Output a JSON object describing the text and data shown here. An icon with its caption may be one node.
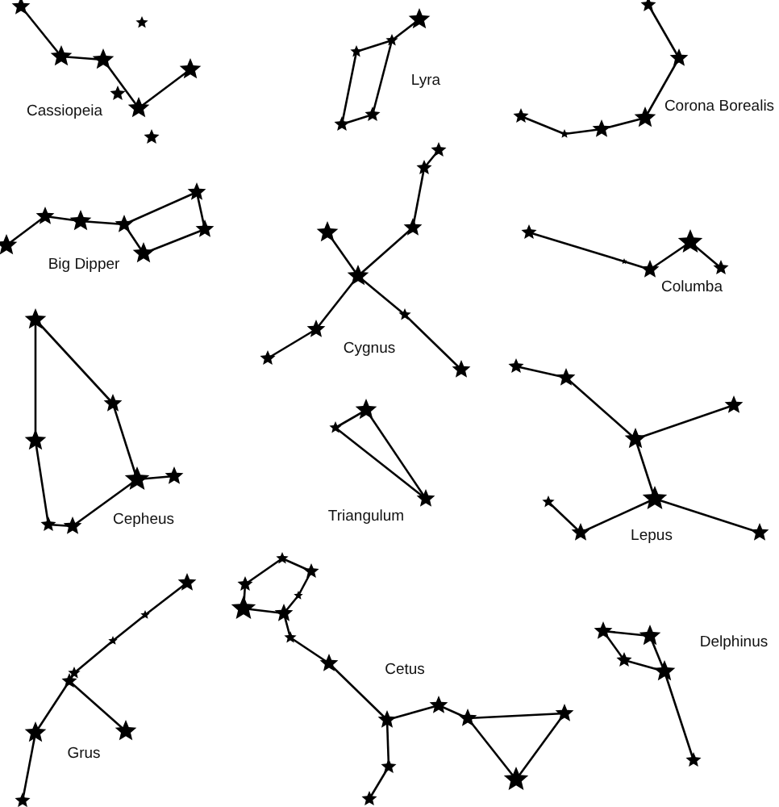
{
  "diagram": {
    "labels": [
      "Cassiopeia",
      "Lyra",
      "Corona Borealis",
      "Big Dipper",
      "Cygnus",
      "Columba",
      "Cepheus",
      "Triangulum",
      "Lepus",
      "Grus",
      "Cetus",
      "Delphinus"
    ]
  }
}
